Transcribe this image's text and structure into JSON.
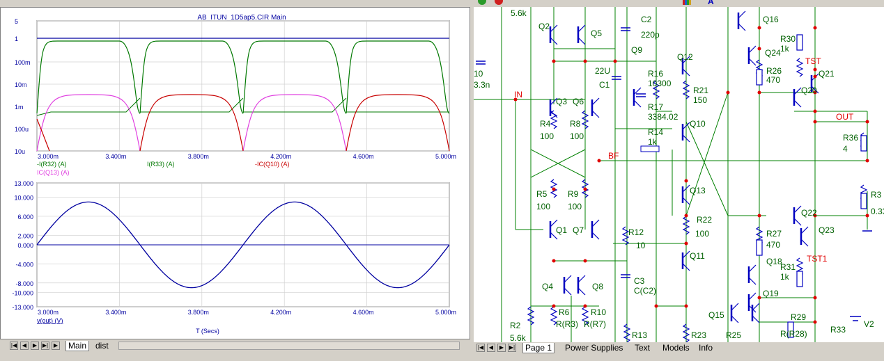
{
  "colors": {
    "blue": "#0000a0",
    "green": "#007800",
    "red": "#c80000",
    "magenta": "#e040e0",
    "wire": "#008000",
    "comp": "#0000c0",
    "label": "#006000",
    "node": "#e00000"
  },
  "analysis": {
    "title": "AB_ITUN_1D5ap5.CIR Main",
    "top_plot": {
      "y_ticks": [
        "5",
        "1",
        "100m",
        "10m",
        "1m",
        "100u",
        "10u"
      ],
      "x_ticks": [
        "3.000m",
        "3.400m",
        "3.800m",
        "4.200m",
        "4.600m",
        "5.000m"
      ],
      "legend": [
        {
          "text": "-I(R32) (A)",
          "color": "green"
        },
        {
          "text": "IC(Q13) (A)",
          "color": "magenta"
        },
        {
          "text": "I(R33) (A)",
          "color": "green"
        },
        {
          "text": "-IC(Q10) (A)",
          "color": "red"
        }
      ]
    },
    "bottom_plot": {
      "y_ticks": [
        "13.000",
        "10.000",
        "6.000",
        "2.000",
        "0.000",
        "-4.000",
        "-8.000",
        "-10.000",
        "-13.000"
      ],
      "x_ticks": [
        "3.000m",
        "3.400m",
        "3.800m",
        "4.200m",
        "4.600m",
        "5.000m"
      ],
      "legend": "v(out) (V)",
      "xlabel": "T (Secs)"
    },
    "tabs": [
      "Main",
      "dist"
    ]
  },
  "schematic": {
    "labels": [
      {
        "t": "5.6k",
        "k": "n"
      },
      {
        "t": "Q2",
        "k": "n"
      },
      {
        "t": "Q5",
        "k": "n"
      },
      {
        "t": "C2",
        "k": "n"
      },
      {
        "t": "220p",
        "k": "n"
      },
      {
        "t": "Q9",
        "k": "n"
      },
      {
        "t": "Q12",
        "k": "n"
      },
      {
        "t": "Q16",
        "k": "n"
      },
      {
        "t": "R30",
        "k": "n"
      },
      {
        "t": "1k",
        "k": "n"
      },
      {
        "t": "Q24",
        "k": "n"
      },
      {
        "t": "TST",
        "k": "r"
      },
      {
        "t": "R26",
        "k": "n"
      },
      {
        "t": "470",
        "k": "n"
      },
      {
        "t": "Q21",
        "k": "n"
      },
      {
        "t": "Q20",
        "k": "n"
      },
      {
        "t": "10",
        "k": "n"
      },
      {
        "t": "3.3n",
        "k": "n"
      },
      {
        "t": "22U",
        "k": "n"
      },
      {
        "t": "R16",
        "k": "n"
      },
      {
        "t": "10300",
        "k": "n"
      },
      {
        "t": "C1",
        "k": "n"
      },
      {
        "t": "R21",
        "k": "n"
      },
      {
        "t": "150",
        "k": "n"
      },
      {
        "t": "IN",
        "k": "r"
      },
      {
        "t": "Q3",
        "k": "n"
      },
      {
        "t": "Q6",
        "k": "n"
      },
      {
        "t": "R17",
        "k": "n"
      },
      {
        "t": "3384.02",
        "k": "n"
      },
      {
        "t": "Q10",
        "k": "n"
      },
      {
        "t": "OUT",
        "k": "r"
      },
      {
        "t": "R4",
        "k": "n"
      },
      {
        "t": "100",
        "k": "n"
      },
      {
        "t": "R8",
        "k": "n"
      },
      {
        "t": "100",
        "k": "n"
      },
      {
        "t": "R14",
        "k": "n"
      },
      {
        "t": "1k",
        "k": "n"
      },
      {
        "t": "R36",
        "k": "n"
      },
      {
        "t": "4",
        "k": "n"
      },
      {
        "t": "BF",
        "k": "r"
      },
      {
        "t": "R5",
        "k": "n"
      },
      {
        "t": "100",
        "k": "n"
      },
      {
        "t": "R9",
        "k": "n"
      },
      {
        "t": "100",
        "k": "n"
      },
      {
        "t": "Q13",
        "k": "n"
      },
      {
        "t": "R3",
        "k": "n"
      },
      {
        "t": "0.33",
        "k": "n"
      },
      {
        "t": "Q22",
        "k": "n"
      },
      {
        "t": "R22",
        "k": "n"
      },
      {
        "t": "R27",
        "k": "n"
      },
      {
        "t": "470",
        "k": "n"
      },
      {
        "t": "Q23",
        "k": "n"
      },
      {
        "t": "Q1",
        "k": "n"
      },
      {
        "t": "Q7",
        "k": "n"
      },
      {
        "t": "R12",
        "k": "n"
      },
      {
        "t": "100",
        "k": "n"
      },
      {
        "t": "10",
        "k": "n"
      },
      {
        "t": "TST1",
        "k": "r"
      },
      {
        "t": "Q11",
        "k": "n"
      },
      {
        "t": "Q18",
        "k": "n"
      },
      {
        "t": "R31",
        "k": "n"
      },
      {
        "t": "1k",
        "k": "n"
      },
      {
        "t": "C3",
        "k": "n"
      },
      {
        "t": "C(C2)",
        "k": "n"
      },
      {
        "t": "Q4",
        "k": "n"
      },
      {
        "t": "Q8",
        "k": "n"
      },
      {
        "t": "Q19",
        "k": "n"
      },
      {
        "t": "R6",
        "k": "n"
      },
      {
        "t": "R10",
        "k": "n"
      },
      {
        "t": "Q15",
        "k": "n"
      },
      {
        "t": "R29",
        "k": "n"
      },
      {
        "t": "R2",
        "k": "n"
      },
      {
        "t": "5.6k",
        "k": "n"
      },
      {
        "t": "R(R3)",
        "k": "n"
      },
      {
        "t": "R(R7)",
        "k": "n"
      },
      {
        "t": "V2",
        "k": "n"
      },
      {
        "t": "R(R28)",
        "k": "n"
      },
      {
        "t": "R13",
        "k": "n"
      },
      {
        "t": "R23",
        "k": "n"
      },
      {
        "t": "R25",
        "k": "n"
      },
      {
        "t": "R33",
        "k": "n"
      }
    ],
    "tabs": [
      "Page 1",
      "Power Supplies",
      "Text",
      "Models",
      "Info"
    ]
  }
}
